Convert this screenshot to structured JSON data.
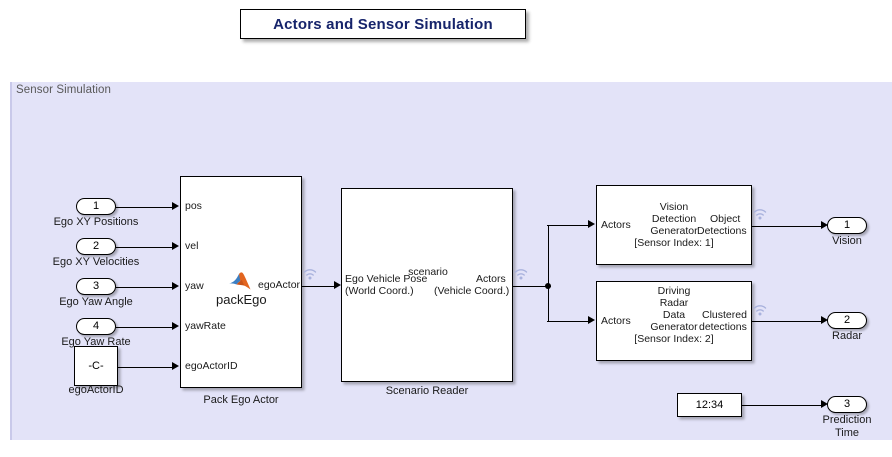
{
  "title_annotation": {
    "text": "Actors and Sensor Simulation"
  },
  "subsystem": {
    "label": "Sensor Simulation",
    "background_color": "#e3e3f8"
  },
  "colors": {
    "page_background": "#ffffff",
    "subsystem_background": "#e3e3f8",
    "block_fill": "#ffffff",
    "block_border": "#000000",
    "title_text": "#16246b",
    "subsystem_label_text": "#595959",
    "bus_icon": "#a9b2dd",
    "matlab_orange": "#e2651f",
    "matlab_blue": "#3b7fc4"
  },
  "inports": [
    {
      "number": "1",
      "caption": "Ego XY Positions",
      "icon": "inport-icon"
    },
    {
      "number": "2",
      "caption": "Ego XY Velocities",
      "icon": "inport-icon"
    },
    {
      "number": "3",
      "caption": "Ego Yaw Angle",
      "icon": "inport-icon"
    },
    {
      "number": "4",
      "caption": "Ego Yaw Rate",
      "icon": "inport-icon"
    }
  ],
  "constant_block": {
    "value": "-C-",
    "caption": "egoActorID"
  },
  "pack_ego_actor": {
    "caption": "Pack Ego Actor",
    "function_label": "packEgo",
    "logo": "matlab-membrane-icon",
    "inputs": [
      "pos",
      "vel",
      "yaw",
      "yawRate",
      "egoActorID"
    ],
    "outputs": [
      "egoActor"
    ]
  },
  "scenario_reader": {
    "caption": "Scenario Reader",
    "center_label": "scenario",
    "input_label_line1": "Ego Vehicle Pose",
    "input_label_line2": "(World Coord.)",
    "output_label_line1": "Actors",
    "output_label_line2": "(Vehicle Coord.)"
  },
  "vision_sensor": {
    "center_lines": [
      "Vision",
      "Detection",
      "Generator",
      "[Sensor Index: 1]"
    ],
    "input_label": "Actors",
    "output_label_line1": "Object",
    "output_label_line2": "Detections"
  },
  "radar_sensor": {
    "center_lines": [
      "Driving",
      "Radar",
      "Data",
      "Generator",
      "[Sensor Index: 2]"
    ],
    "input_label": "Actors",
    "output_label_line1": "Clustered",
    "output_label_line2": "detections"
  },
  "clock_block": {
    "value": "12:34",
    "icon": "clock-icon"
  },
  "outports": [
    {
      "number": "1",
      "caption": "Vision",
      "icon": "outport-icon"
    },
    {
      "number": "2",
      "caption": "Radar",
      "icon": "outport-icon"
    },
    {
      "number": "3",
      "caption_line1": "Prediction",
      "caption_line2": "Time",
      "icon": "outport-icon"
    }
  ]
}
